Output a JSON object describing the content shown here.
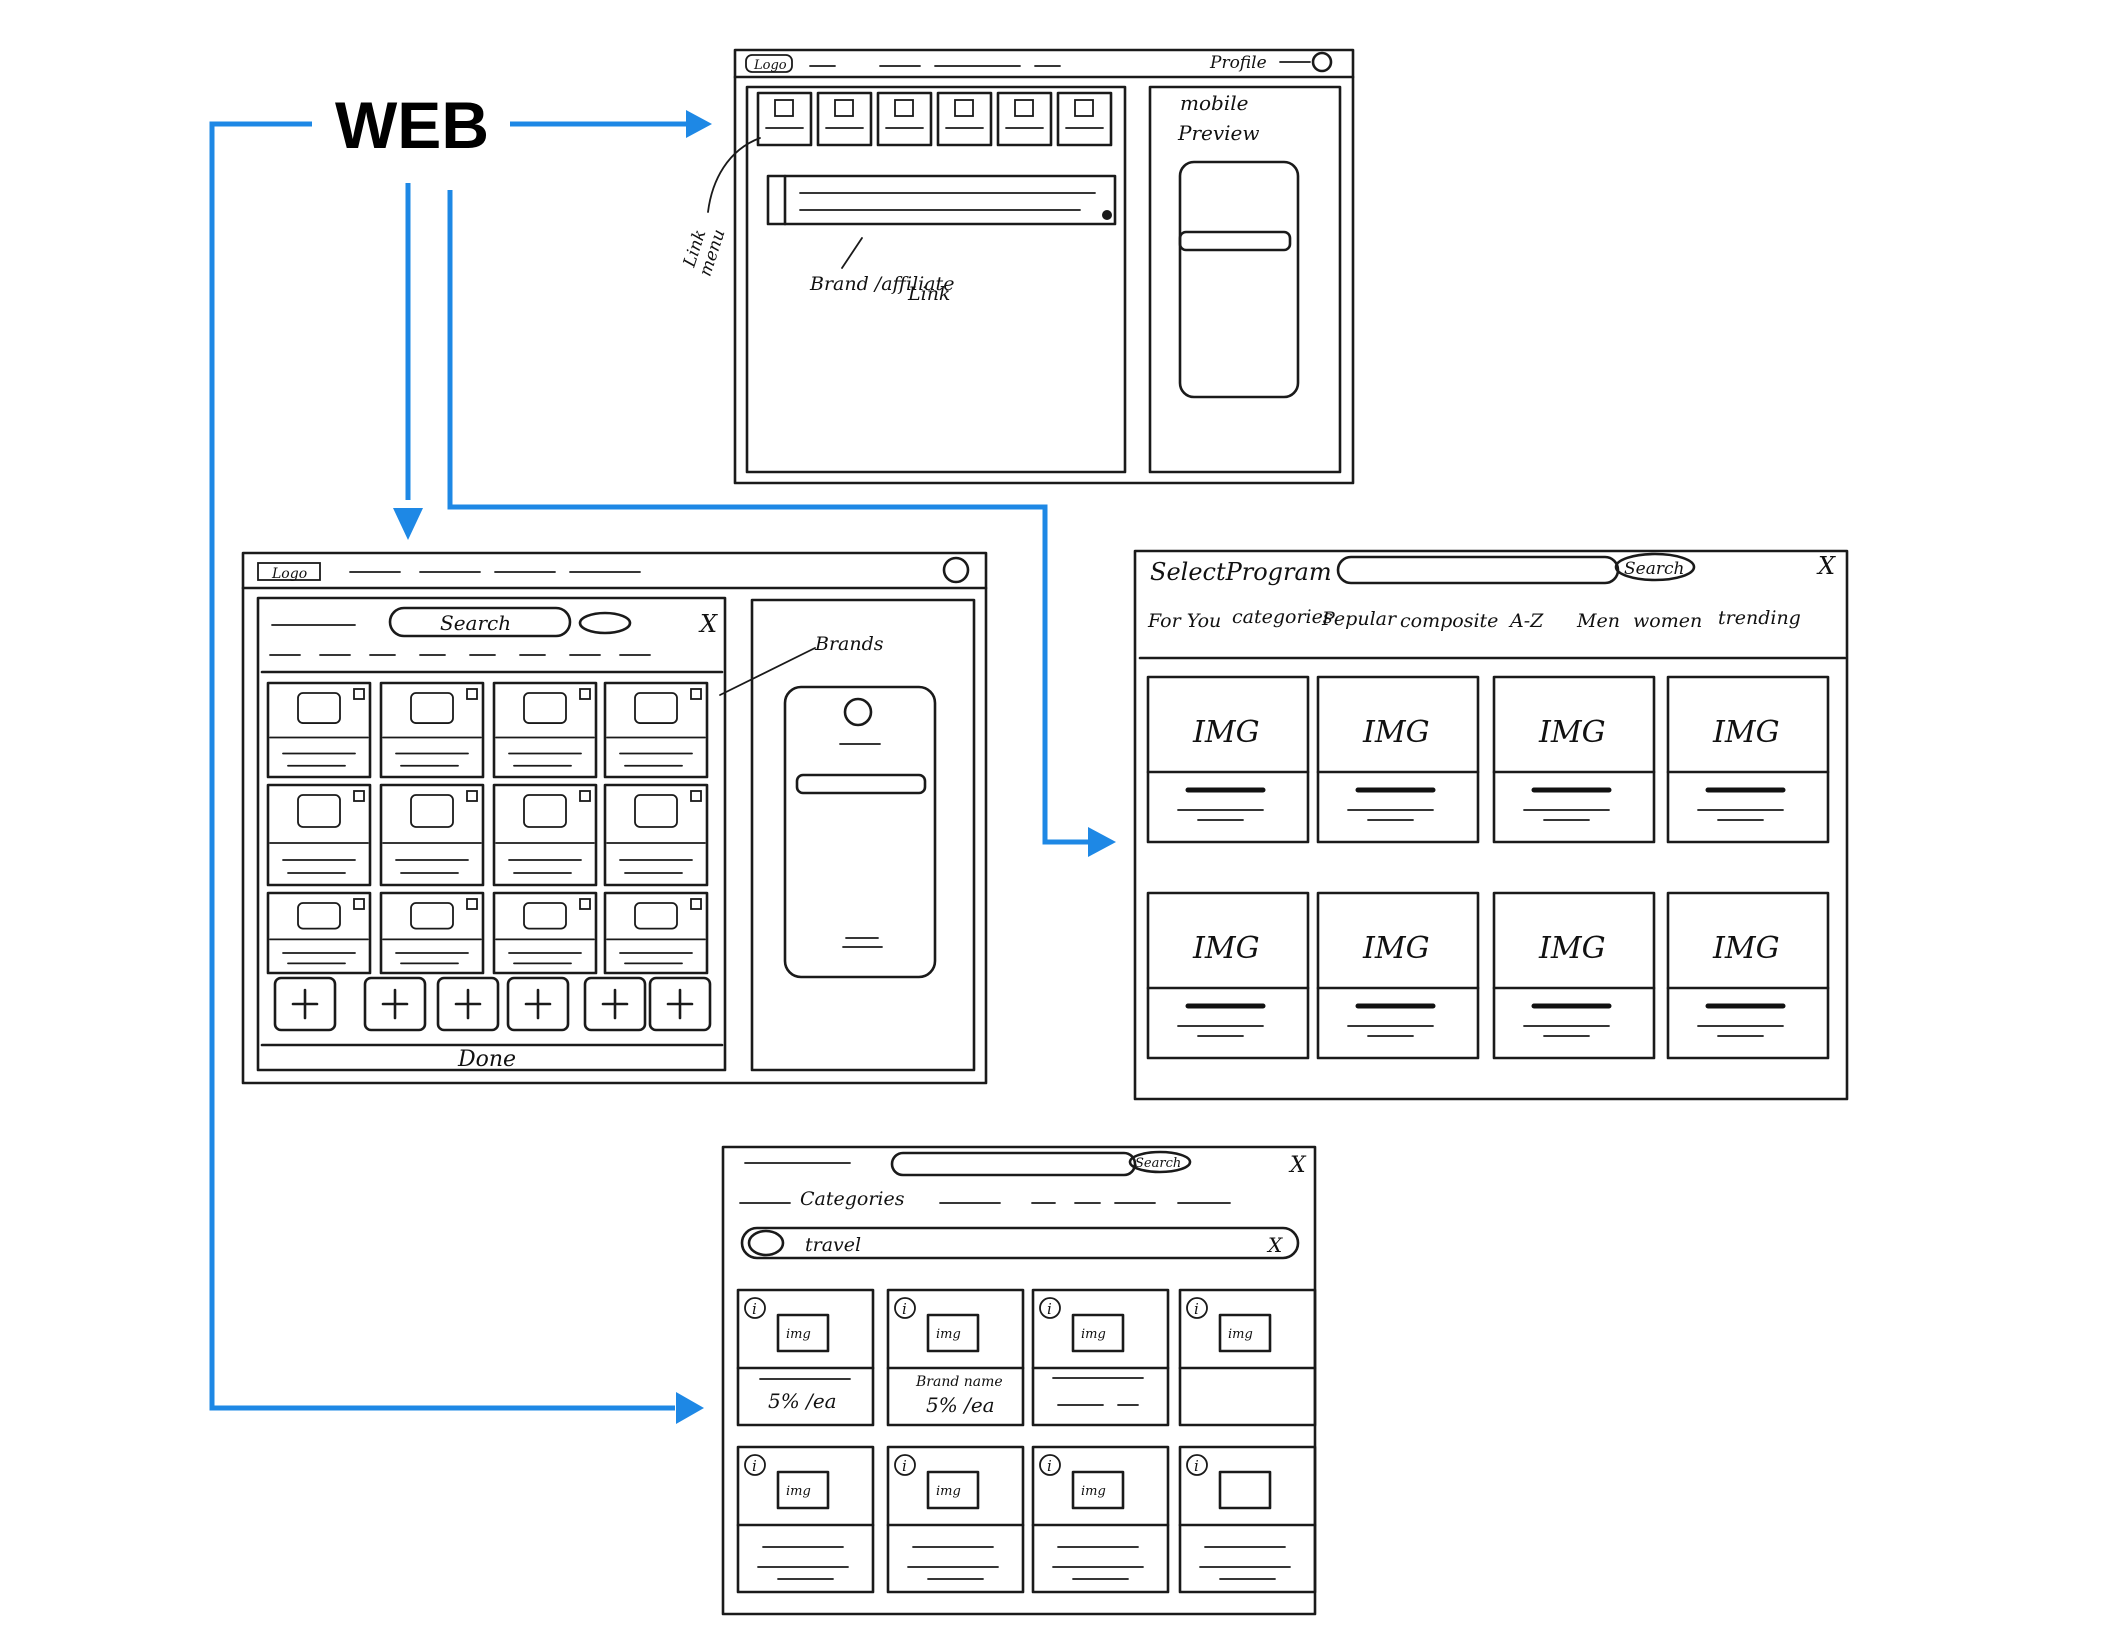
{
  "title": "WEB",
  "colors": {
    "arrow": "#1E88E5",
    "ink": "#1a1a1a",
    "background": "#ffffff"
  },
  "sketch1": {
    "logo": "Logo",
    "profile": "Profile",
    "preview_line1": "mobile",
    "preview_line2": "Preview",
    "annotation_link_menu_1": "Link",
    "annotation_link_menu_2": "menu",
    "annotation_brand_1": "Brand /affiliate",
    "annotation_brand_2": "Link"
  },
  "sketch2": {
    "logo": "Logo",
    "search": "Search",
    "close": "X",
    "annotation_brands": "Brands",
    "done": "Done"
  },
  "sketch3": {
    "title": "SelectProgram",
    "search": "Search",
    "close": "X",
    "tabs": [
      "For You",
      "categories",
      "Pepular",
      "composite",
      "A-Z",
      "Men",
      "women",
      "trending"
    ],
    "card_label": "IMG"
  },
  "sketch4": {
    "search": "Search",
    "close": "X",
    "categories": "Categories",
    "filter_chip": "travel",
    "filter_close": "X",
    "info": "i",
    "img": "img",
    "price1": "5% /ea",
    "brand_name": "Brand name",
    "price2": "5% /ea"
  }
}
